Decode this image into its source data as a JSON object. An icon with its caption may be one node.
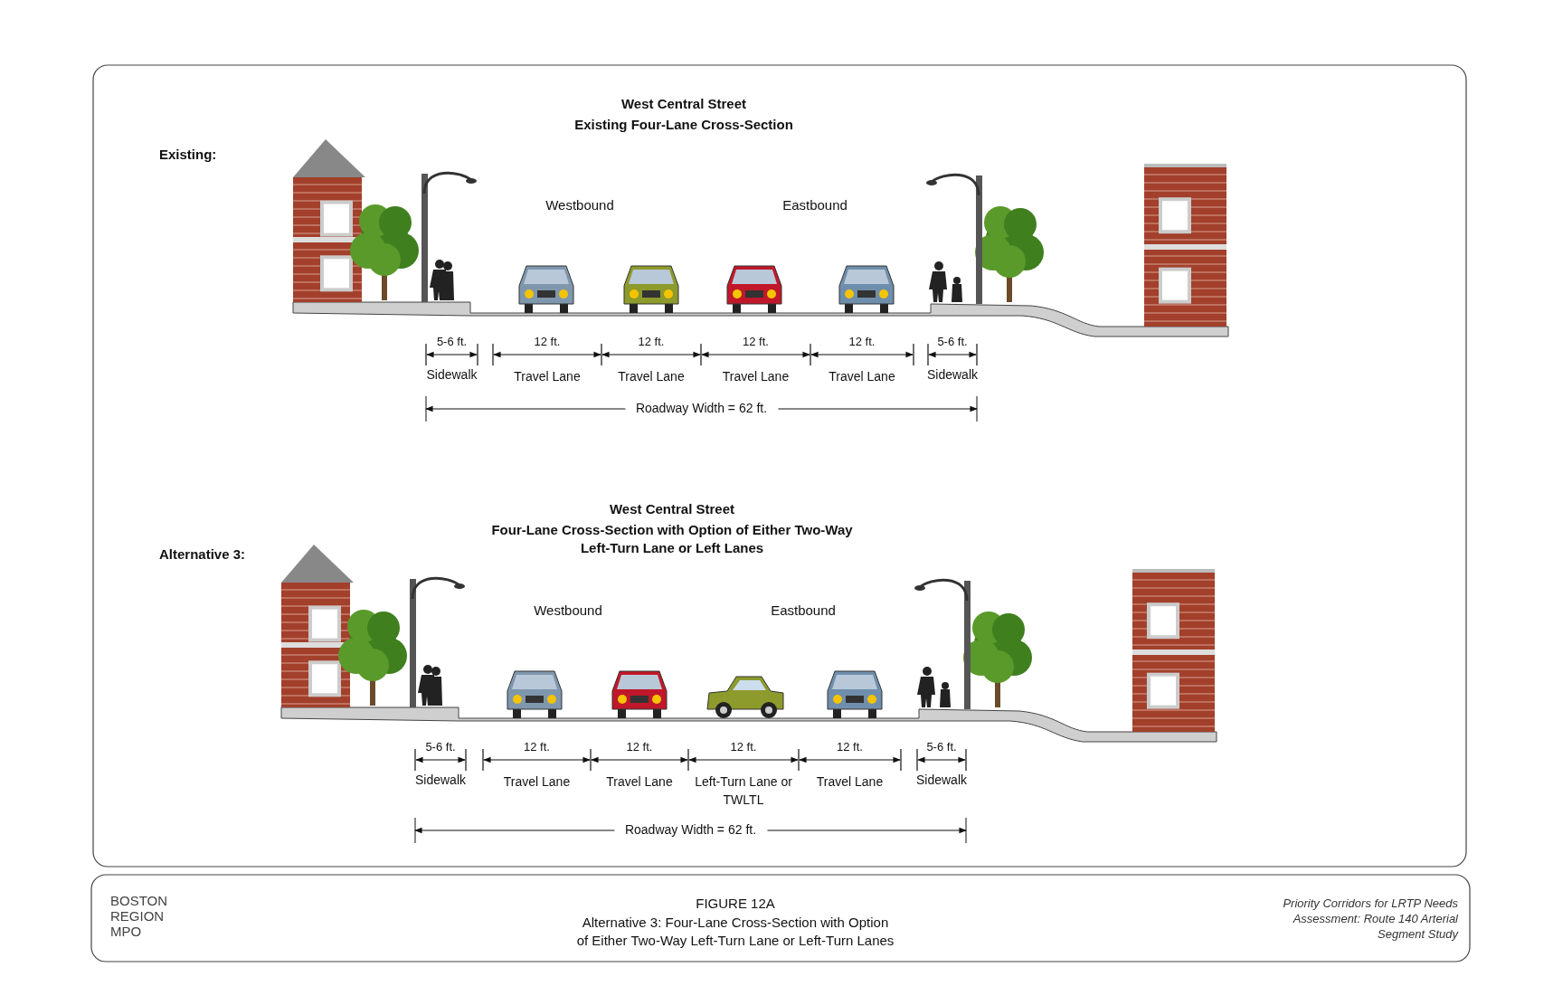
{
  "diagram": {
    "labels": [
      "West Central Street",
      "Existing Four-Lane Cross-Section",
      "Existing:",
      "Westbound",
      "Eastbound",
      "5-6 ft.",
      "Sidewalk",
      "12 ft.",
      "Travel Lane",
      "12 ft.",
      "Travel Lane",
      "12 ft.",
      "Travel Lane",
      "12 ft.",
      "Travel Lane",
      "5-6 ft.",
      "Sidewalk",
      "Roadway Width = 62 ft.",
      "West Central Street",
      "Four-Lane Cross-Section with Option of Either Two-Way Left-Turn Lane or Left Lanes",
      "Alternative 3:",
      "Westbound",
      "Eastbound",
      "5-6 ft.",
      "Sidewalk",
      "12 ft.",
      "Travel Lane",
      "12 ft.",
      "Travel Lane",
      "12 ft.",
      "Left-Turn Lane or TWLTL",
      "12 ft.",
      "Travel Lane",
      "5-6 ft.",
      "Sidewalk",
      "Roadway Width = 62 ft.",
      "BOSTON REGION MPO",
      "FIGURE 12A",
      "Alternative 3: Four-Lane Cross-Section with Option of Either Two-Way Left-Turn Lane or Left-Turn Lanes",
      "Priority Corridors for LRTP Needs Assessment: Route 140 Arterial Segment Study"
    ]
  }
}
